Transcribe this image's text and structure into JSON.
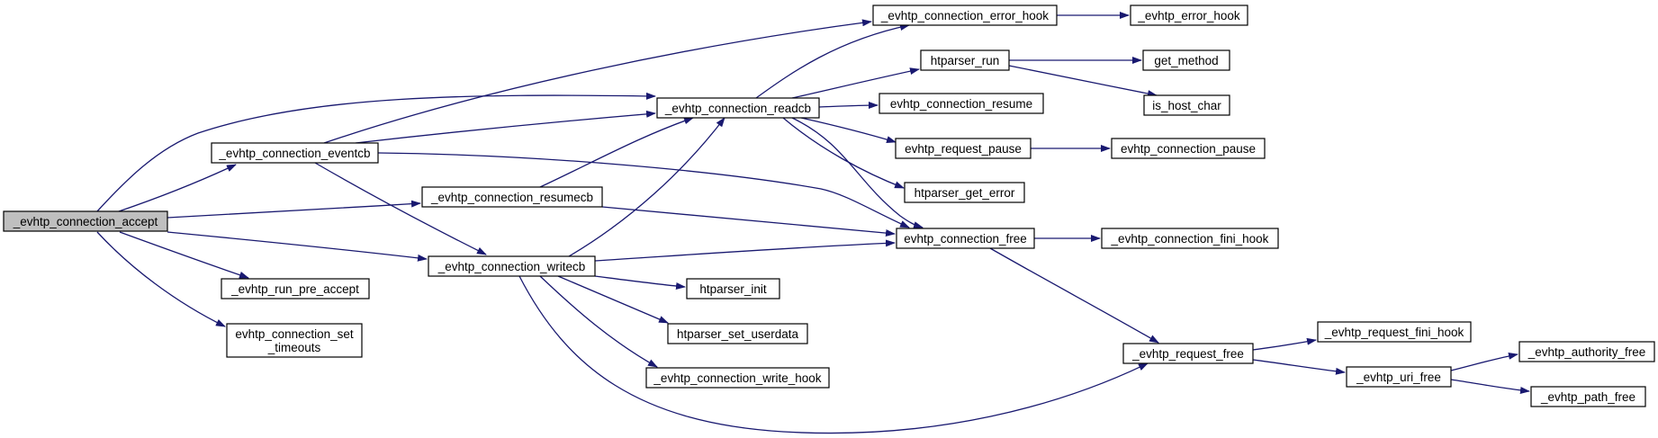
{
  "colors": {
    "edge": "#191970",
    "node_fill": "#ffffff",
    "root_fill": "#bfbfbf",
    "border": "#000000",
    "background": "#ffffff"
  },
  "nodes": [
    {
      "id": "accept",
      "label": [
        "_evhtp_connection_accept"
      ],
      "root": true
    },
    {
      "id": "eventcb",
      "label": [
        "_evhtp_connection_eventcb"
      ]
    },
    {
      "id": "resumecb",
      "label": [
        "_evhtp_connection_resumecb"
      ]
    },
    {
      "id": "writecb",
      "label": [
        "_evhtp_connection_writecb"
      ]
    },
    {
      "id": "run_pre_accept",
      "label": [
        "_evhtp_run_pre_accept"
      ]
    },
    {
      "id": "set_timeouts",
      "label": [
        "evhtp_connection_set",
        "_timeouts"
      ]
    },
    {
      "id": "error_hook",
      "label": [
        "_evhtp_connection_error_hook"
      ]
    },
    {
      "id": "readcb",
      "label": [
        "_evhtp_connection_readcb"
      ]
    },
    {
      "id": "htparser_run",
      "label": [
        "htparser_run"
      ]
    },
    {
      "id": "conn_resume",
      "label": [
        "evhtp_connection_resume"
      ]
    },
    {
      "id": "req_pause",
      "label": [
        "evhtp_request_pause"
      ]
    },
    {
      "id": "get_error",
      "label": [
        "htparser_get_error"
      ]
    },
    {
      "id": "conn_free",
      "label": [
        "evhtp_connection_free"
      ]
    },
    {
      "id": "htparser_init",
      "label": [
        "htparser_init"
      ]
    },
    {
      "id": "set_userdata",
      "label": [
        "htparser_set_userdata"
      ]
    },
    {
      "id": "write_hook",
      "label": [
        "_evhtp_connection_write_hook"
      ]
    },
    {
      "id": "evhtp_error_hook",
      "label": [
        "_evhtp_error_hook"
      ]
    },
    {
      "id": "get_method",
      "label": [
        "get_method"
      ]
    },
    {
      "id": "is_host_char",
      "label": [
        "is_host_char"
      ]
    },
    {
      "id": "conn_pause",
      "label": [
        "evhtp_connection_pause"
      ]
    },
    {
      "id": "fini_hook",
      "label": [
        "_evhtp_connection_fini_hook"
      ]
    },
    {
      "id": "req_free",
      "label": [
        "_evhtp_request_free"
      ]
    },
    {
      "id": "req_fini_hook",
      "label": [
        "_evhtp_request_fini_hook"
      ]
    },
    {
      "id": "uri_free",
      "label": [
        "_evhtp_uri_free"
      ]
    },
    {
      "id": "authority_free",
      "label": [
        "_evhtp_authority_free"
      ]
    },
    {
      "id": "path_free",
      "label": [
        "_evhtp_path_free"
      ]
    }
  ],
  "edges": [
    {
      "from": "accept",
      "to": "eventcb"
    },
    {
      "from": "accept",
      "to": "resumecb"
    },
    {
      "from": "accept",
      "to": "writecb"
    },
    {
      "from": "accept",
      "to": "run_pre_accept"
    },
    {
      "from": "accept",
      "to": "set_timeouts"
    },
    {
      "from": "accept",
      "to": "readcb"
    },
    {
      "from": "eventcb",
      "to": "error_hook"
    },
    {
      "from": "eventcb",
      "to": "readcb"
    },
    {
      "from": "eventcb",
      "to": "writecb"
    },
    {
      "from": "eventcb",
      "to": "conn_free"
    },
    {
      "from": "resumecb",
      "to": "readcb"
    },
    {
      "from": "resumecb",
      "to": "conn_free"
    },
    {
      "from": "writecb",
      "to": "readcb"
    },
    {
      "from": "writecb",
      "to": "conn_free"
    },
    {
      "from": "writecb",
      "to": "htparser_init"
    },
    {
      "from": "writecb",
      "to": "set_userdata"
    },
    {
      "from": "writecb",
      "to": "write_hook"
    },
    {
      "from": "writecb",
      "to": "req_free"
    },
    {
      "from": "readcb",
      "to": "error_hook"
    },
    {
      "from": "readcb",
      "to": "htparser_run"
    },
    {
      "from": "readcb",
      "to": "conn_resume"
    },
    {
      "from": "readcb",
      "to": "req_pause"
    },
    {
      "from": "readcb",
      "to": "get_error"
    },
    {
      "from": "readcb",
      "to": "conn_free"
    },
    {
      "from": "error_hook",
      "to": "evhtp_error_hook"
    },
    {
      "from": "htparser_run",
      "to": "get_method"
    },
    {
      "from": "htparser_run",
      "to": "is_host_char"
    },
    {
      "from": "req_pause",
      "to": "conn_pause"
    },
    {
      "from": "conn_free",
      "to": "fini_hook"
    },
    {
      "from": "conn_free",
      "to": "req_free"
    },
    {
      "from": "req_free",
      "to": "req_fini_hook"
    },
    {
      "from": "req_free",
      "to": "uri_free"
    },
    {
      "from": "uri_free",
      "to": "authority_free"
    },
    {
      "from": "uri_free",
      "to": "path_free"
    }
  ]
}
